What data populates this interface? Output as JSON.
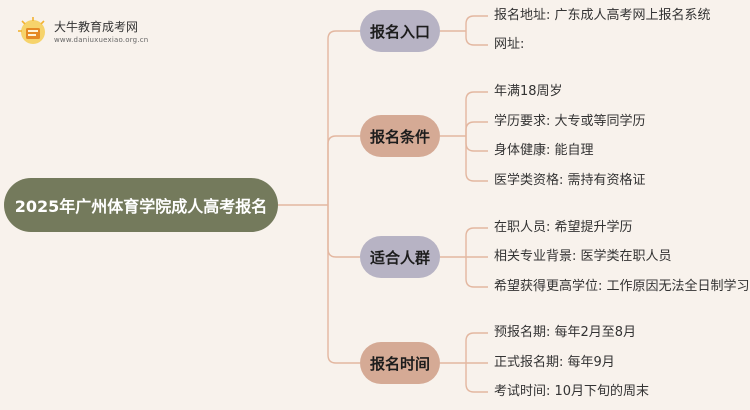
{
  "logo": {
    "title": "大牛教育成考网",
    "url": "www.daniuxuexiao.org.cn"
  },
  "mindmap": {
    "root": "2025年广州体育学院成人高考报名",
    "branches": [
      {
        "label": "报名入口",
        "color": "#b7b3c4",
        "items": [
          "报名地址: 广东成人高考网上报名系统",
          "网址:"
        ]
      },
      {
        "label": "报名条件",
        "color": "#d5aa95",
        "items": [
          "年满18周岁",
          "学历要求: 大专或等同学历",
          "身体健康: 能自理",
          "医学类资格: 需持有资格证"
        ]
      },
      {
        "label": "适合人群",
        "color": "#b7b3c4",
        "items": [
          "在职人员: 希望提升学历",
          "相关专业背景: 医学类在职人员",
          "希望获得更高学位: 工作原因无法全日制学习"
        ]
      },
      {
        "label": "报名时间",
        "color": "#d5aa95",
        "items": [
          "预报名期: 每年2月至8月",
          "正式报名期: 每年9月",
          "考试时间: 10月下旬的周末"
        ]
      }
    ]
  },
  "colors": {
    "background": "#f8f2ec",
    "root": "#747a5c",
    "connector": "#e3b7a0"
  }
}
